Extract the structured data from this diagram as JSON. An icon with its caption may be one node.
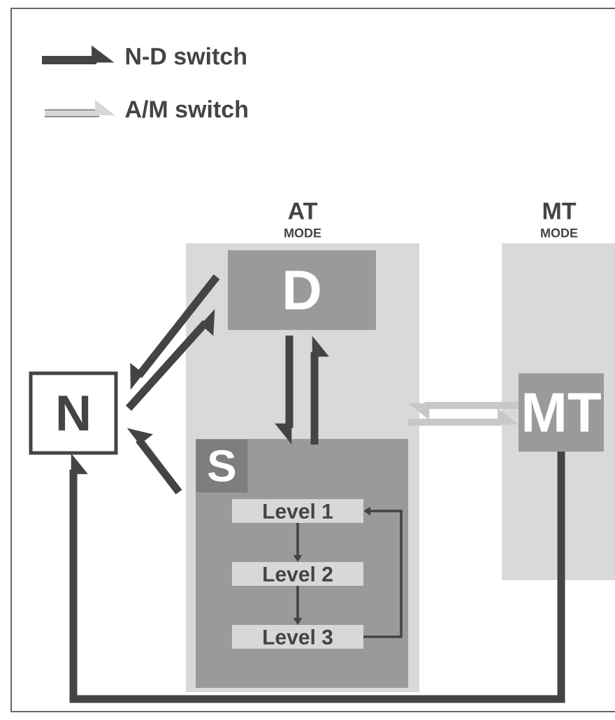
{
  "diagram": {
    "nodes": [
      {
        "text": [
          "AT",
          "MODE"
        ]
      },
      {
        "text": [
          "D"
        ],
        "in": 0
      },
      {
        "text": [
          "S"
        ],
        "in": 0
      },
      {
        "text": [
          "Level 1"
        ],
        "in": 2
      },
      {
        "text": [
          "Level 2"
        ],
        "in": 2
      },
      {
        "text": [
          "Level 3"
        ],
        "in": 2
      },
      {
        "text": [
          "MT",
          "MODE"
        ]
      },
      {
        "text": [
          "MT"
        ],
        "in": 6
      },
      {
        "text": [
          "N"
        ]
      }
    ],
    "edges": [
      {
        "from": 1,
        "to": 8,
        "arrow": "to"
      },
      {
        "from": 8,
        "to": 1,
        "arrow": "to"
      },
      {
        "from": 1,
        "to": 2,
        "arrow": "to"
      },
      {
        "from": 2,
        "to": 1,
        "arrow": "to"
      },
      {
        "from": 2,
        "to": 8,
        "arrow": "to"
      },
      {
        "from": 7,
        "to": 8,
        "arrow": "to"
      },
      {
        "from": 7,
        "to": 2,
        "arrow": "to",
        "color": "#c8c8c8"
      },
      {
        "from": 2,
        "to": 7,
        "arrow": "to",
        "color": "#c8c8c8"
      },
      {
        "from": 3,
        "to": 4,
        "arrow": "to"
      },
      {
        "from": 4,
        "to": 5,
        "arrow": "to"
      },
      {
        "from": 5,
        "to": 3,
        "arrow": "to"
      }
    ],
    "legend": [
      {
        "text": "N-D switch"
      },
      {
        "text": "A/M switch"
      }
    ]
  }
}
